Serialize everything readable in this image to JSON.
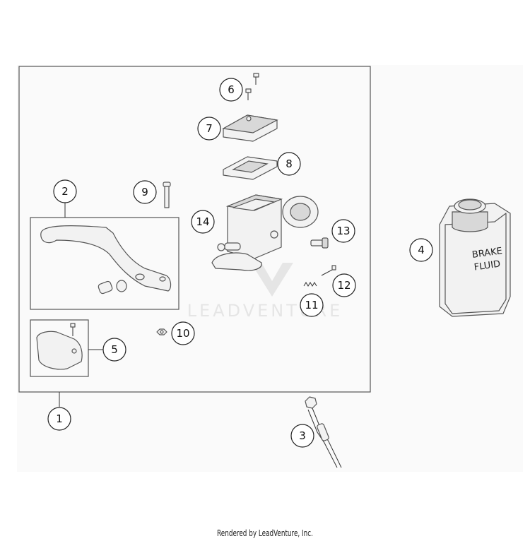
{
  "callouts": [
    "1",
    "2",
    "3",
    "4",
    "5",
    "6",
    "7",
    "8",
    "9",
    "10",
    "11",
    "12",
    "13",
    "14"
  ],
  "brake_label": {
    "line1": "BRAKE",
    "line2": "FLUID"
  },
  "watermark": "LEADVENTURE",
  "footer": "Rendered by LeadVenture, Inc."
}
